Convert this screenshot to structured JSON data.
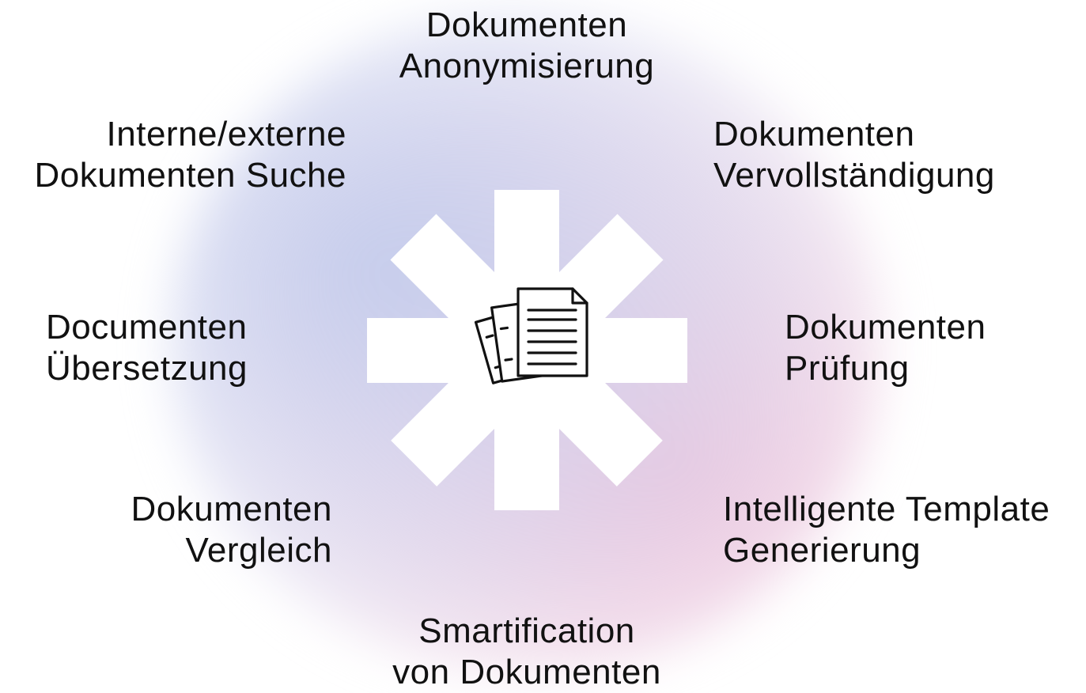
{
  "center": {
    "icon": "documents-icon"
  },
  "labels": {
    "anonymisierung": {
      "line1": "Dokumenten",
      "line2": "Anonymisierung"
    },
    "vervollstaendigung": {
      "line1": "Dokumenten",
      "line2": "Vervollständigung"
    },
    "pruefung": {
      "line1": "Dokumenten",
      "line2": "Prüfung"
    },
    "template": {
      "line1": "Intelligente Template",
      "line2": "Generierung"
    },
    "smartification": {
      "line1": "Smartification",
      "line2": "von Dokumenten"
    },
    "vergleich": {
      "line1": "Dokumenten",
      "line2": "Vergleich"
    },
    "uebersetzung": {
      "line1": "Documenten",
      "line2": "Übersetzung"
    },
    "suche": {
      "line1": "Interne/externe",
      "line2": "Dokumenten Suche"
    }
  },
  "colors": {
    "halo_blue": "#c4ccec",
    "halo_pink": "#ecc6de",
    "star": "#ffffff",
    "text": "#111111"
  }
}
